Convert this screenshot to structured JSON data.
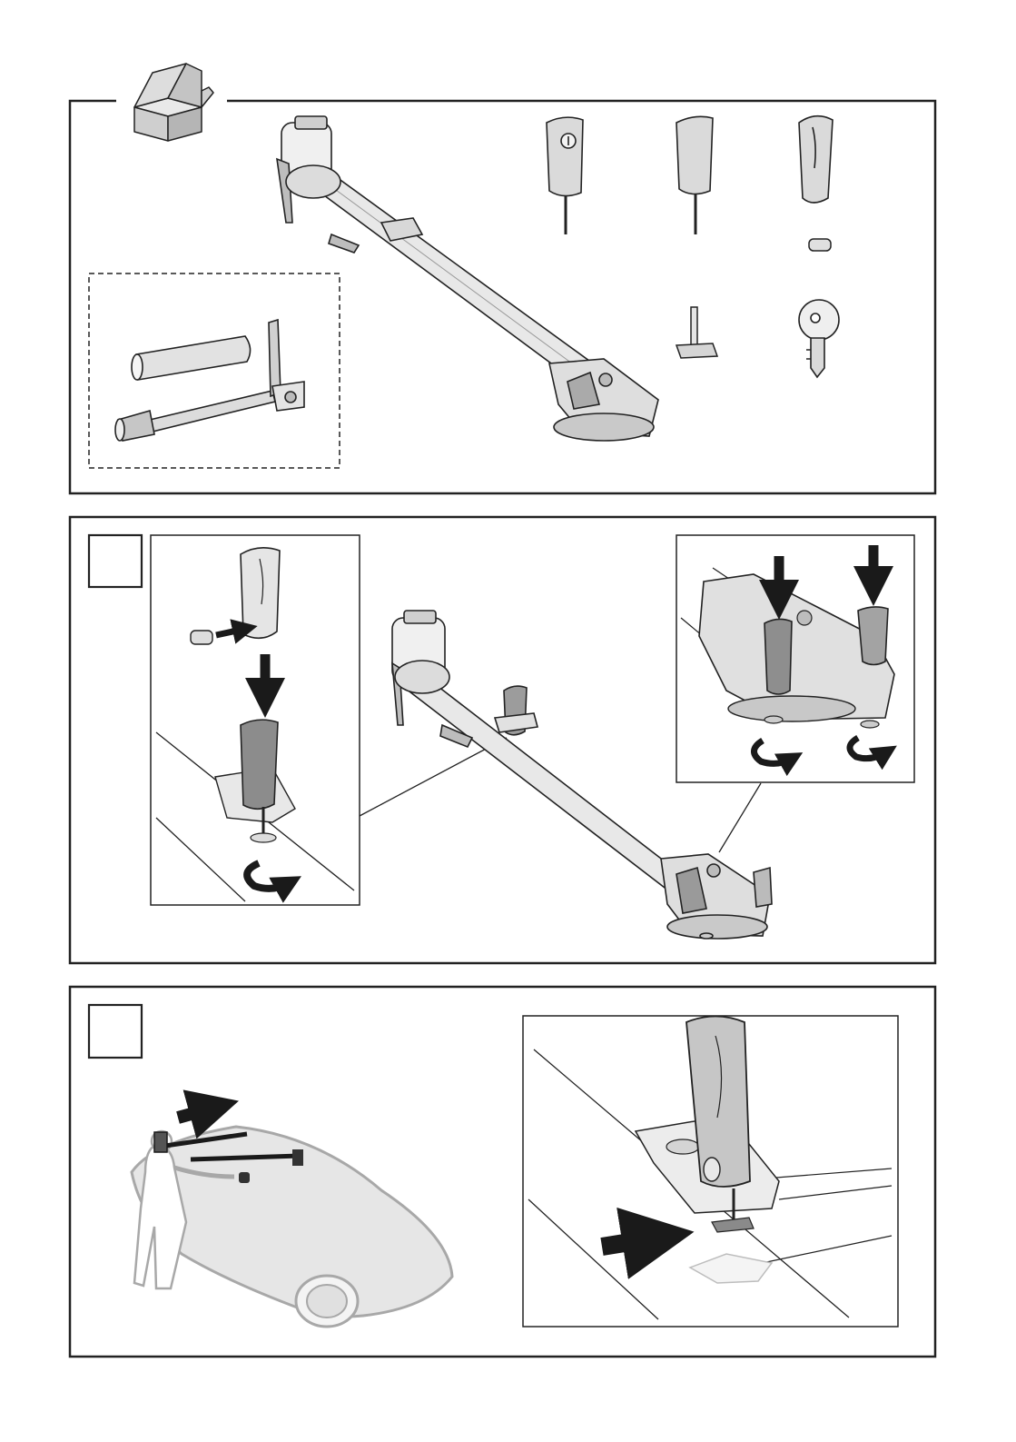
{
  "document": {
    "type": "assembly-instructions-page",
    "colors": {
      "ink": "#222222",
      "fill_light": "#f2f2f2",
      "fill_mid": "#dcdcdc",
      "fill_dark": "#9a9a9a",
      "arrow": "#1a1a1a",
      "car_fill": "#e6e6e6",
      "car_outline": "#a8a8a8"
    }
  },
  "panels": [
    {
      "id": "contents",
      "icons": [
        "open-box-icon"
      ],
      "parts": [
        "bike-carrier-frame",
        "lock-cap-with-cylinder",
        "plain-cap-with-bolt",
        "end-cap",
        "small-bushing",
        "t-bolt",
        "key",
        "adapter-tube",
        "wheel-holder-bar"
      ]
    },
    {
      "id": "step-1",
      "step_number_box": "",
      "illustrations": [
        "cap-assembly-detail",
        "carrier-overview",
        "foot-tightening-detail"
      ]
    },
    {
      "id": "step-2",
      "step_number_box": "",
      "illustrations": [
        "car-with-two-people",
        "t-track-slide-detail"
      ]
    }
  ]
}
